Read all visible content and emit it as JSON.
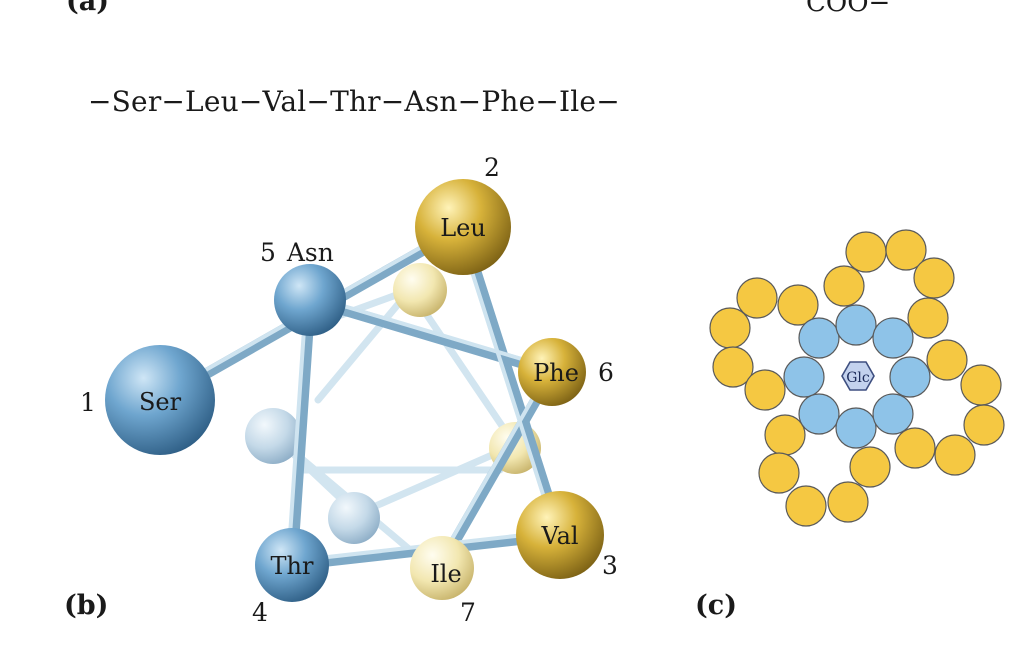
{
  "panels": {
    "a_label": "(a)",
    "b_label": "(b)",
    "c_label": "(c)",
    "top_right_text": "COO−"
  },
  "sequence": "−Ser−Leu−Val−Thr−Asn−Phe−Ile−",
  "helix_wheel": {
    "residues": [
      {
        "number": "1",
        "name": "Ser",
        "polarity": "polar"
      },
      {
        "number": "2",
        "name": "Leu",
        "polarity": "nonpolar"
      },
      {
        "number": "3",
        "name": "Val",
        "polarity": "nonpolar"
      },
      {
        "number": "4",
        "name": "Thr",
        "polarity": "polar"
      },
      {
        "number": "5",
        "name": "Asn",
        "polarity": "polar"
      },
      {
        "number": "6",
        "name": "Phe",
        "polarity": "nonpolar"
      },
      {
        "number": "7",
        "name": "Ile",
        "polarity": "nonpolar"
      }
    ],
    "colors": {
      "polar": "#5f9ac4",
      "nonpolar": "#c9a52b",
      "stick": "#9ec6dc"
    }
  },
  "channel": {
    "center_label": "Glc",
    "colors": {
      "polar": "#8ec3e8",
      "nonpolar": "#f5c842",
      "outline": "#5a5a5a"
    }
  }
}
